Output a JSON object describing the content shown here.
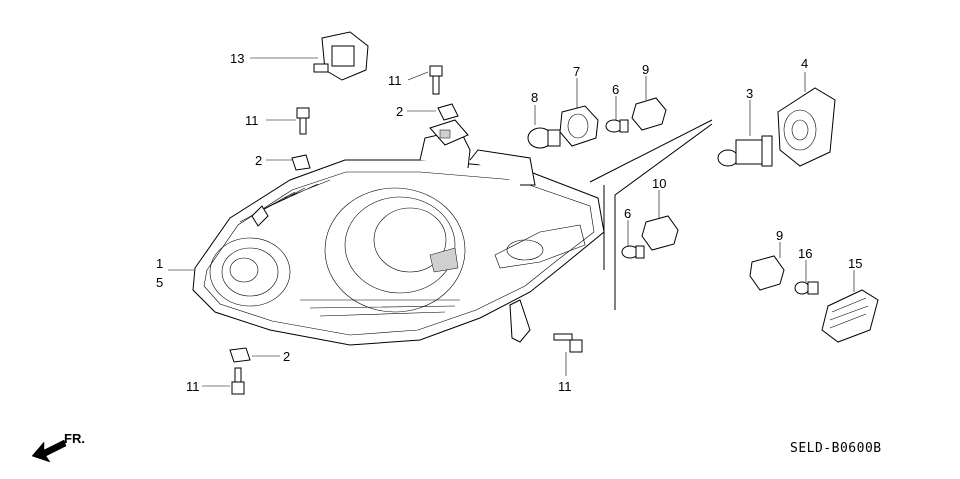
{
  "diagram": {
    "code": "SELD-B0600B",
    "front_marker": "FR.",
    "callouts": [
      {
        "id": "c13",
        "text": "13"
      },
      {
        "id": "c11a",
        "text": "11"
      },
      {
        "id": "c2a",
        "text": "2"
      },
      {
        "id": "c11b",
        "text": "11"
      },
      {
        "id": "c2b",
        "text": "2"
      },
      {
        "id": "c1",
        "text": "1"
      },
      {
        "id": "c5",
        "text": "5"
      },
      {
        "id": "c2c",
        "text": "2"
      },
      {
        "id": "c11c",
        "text": "11"
      },
      {
        "id": "c11d",
        "text": "11"
      },
      {
        "id": "c8",
        "text": "8"
      },
      {
        "id": "c7",
        "text": "7"
      },
      {
        "id": "c6a",
        "text": "6"
      },
      {
        "id": "c9a",
        "text": "9"
      },
      {
        "id": "c3",
        "text": "3"
      },
      {
        "id": "c4",
        "text": "4"
      },
      {
        "id": "c10",
        "text": "10"
      },
      {
        "id": "c6b",
        "text": "6"
      },
      {
        "id": "c9b",
        "text": "9"
      },
      {
        "id": "c16",
        "text": "16"
      },
      {
        "id": "c15",
        "text": "15"
      }
    ]
  }
}
